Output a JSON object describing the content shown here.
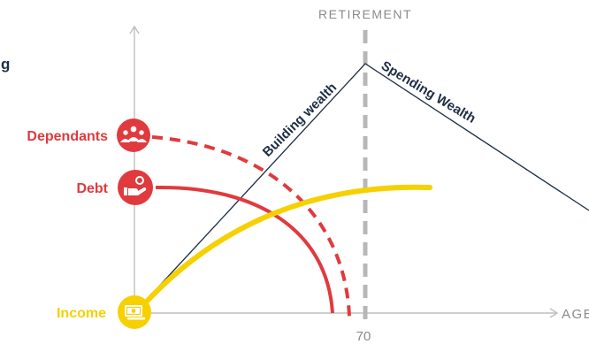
{
  "labels": {
    "retirement": "RETIREMENT",
    "retirement_age": "70",
    "x_axis": "AGE",
    "building": "Building wealth",
    "spending": "Spending Wealth",
    "left_fragment": "g",
    "dependants": "Dependants",
    "debt": "Debt",
    "income": "Income"
  },
  "icons": {
    "dependants": "people-group-icon",
    "debt": "hand-coin-icon",
    "income": "cash-icon"
  },
  "colors": {
    "red": "#e03a3e",
    "yellow": "#f6d000",
    "navy": "#1f2d44",
    "axis": "#bfbfbf",
    "retirement_line": "#b7b7b7",
    "muted_text": "#8a8a8a"
  }
}
